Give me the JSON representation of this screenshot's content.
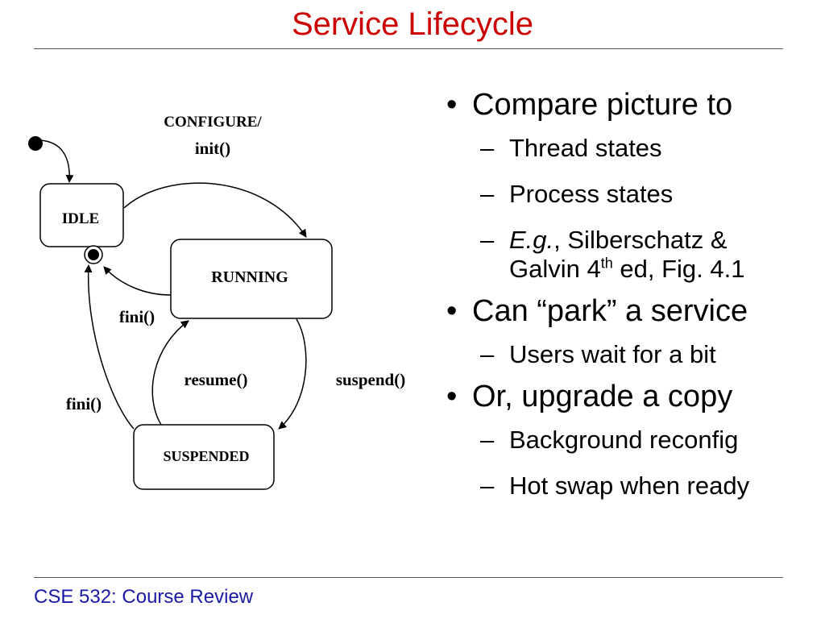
{
  "slide": {
    "title": "Service Lifecycle",
    "footer": "CSE 532: Course Review"
  },
  "diagram": {
    "states": {
      "idle": "IDLE",
      "running": "RUNNING",
      "suspended": "SUSPENDED"
    },
    "transitions": {
      "configure_event": "CONFIGURE/",
      "configure_action": "init()",
      "fini_running": "fini()",
      "fini_suspended": "fini()",
      "resume": "resume()",
      "suspend": "suspend()"
    }
  },
  "bullets": [
    {
      "text": "Compare picture to",
      "subs": [
        {
          "text": "Thread states"
        },
        {
          "text": "Process states"
        },
        {
          "italic": "E.g.",
          "text": ", Silberschatz &",
          "line2_pre": "Galvin 4",
          "sup": "th",
          "line2_post": " ed, Fig. 4.1"
        }
      ]
    },
    {
      "text": "Can “park” a service",
      "subs": [
        {
          "text": "Users wait for a bit"
        }
      ]
    },
    {
      "text": "Or, upgrade a copy",
      "subs": [
        {
          "text": "Background reconfig"
        },
        {
          "text": "Hot swap when ready"
        }
      ]
    }
  ]
}
